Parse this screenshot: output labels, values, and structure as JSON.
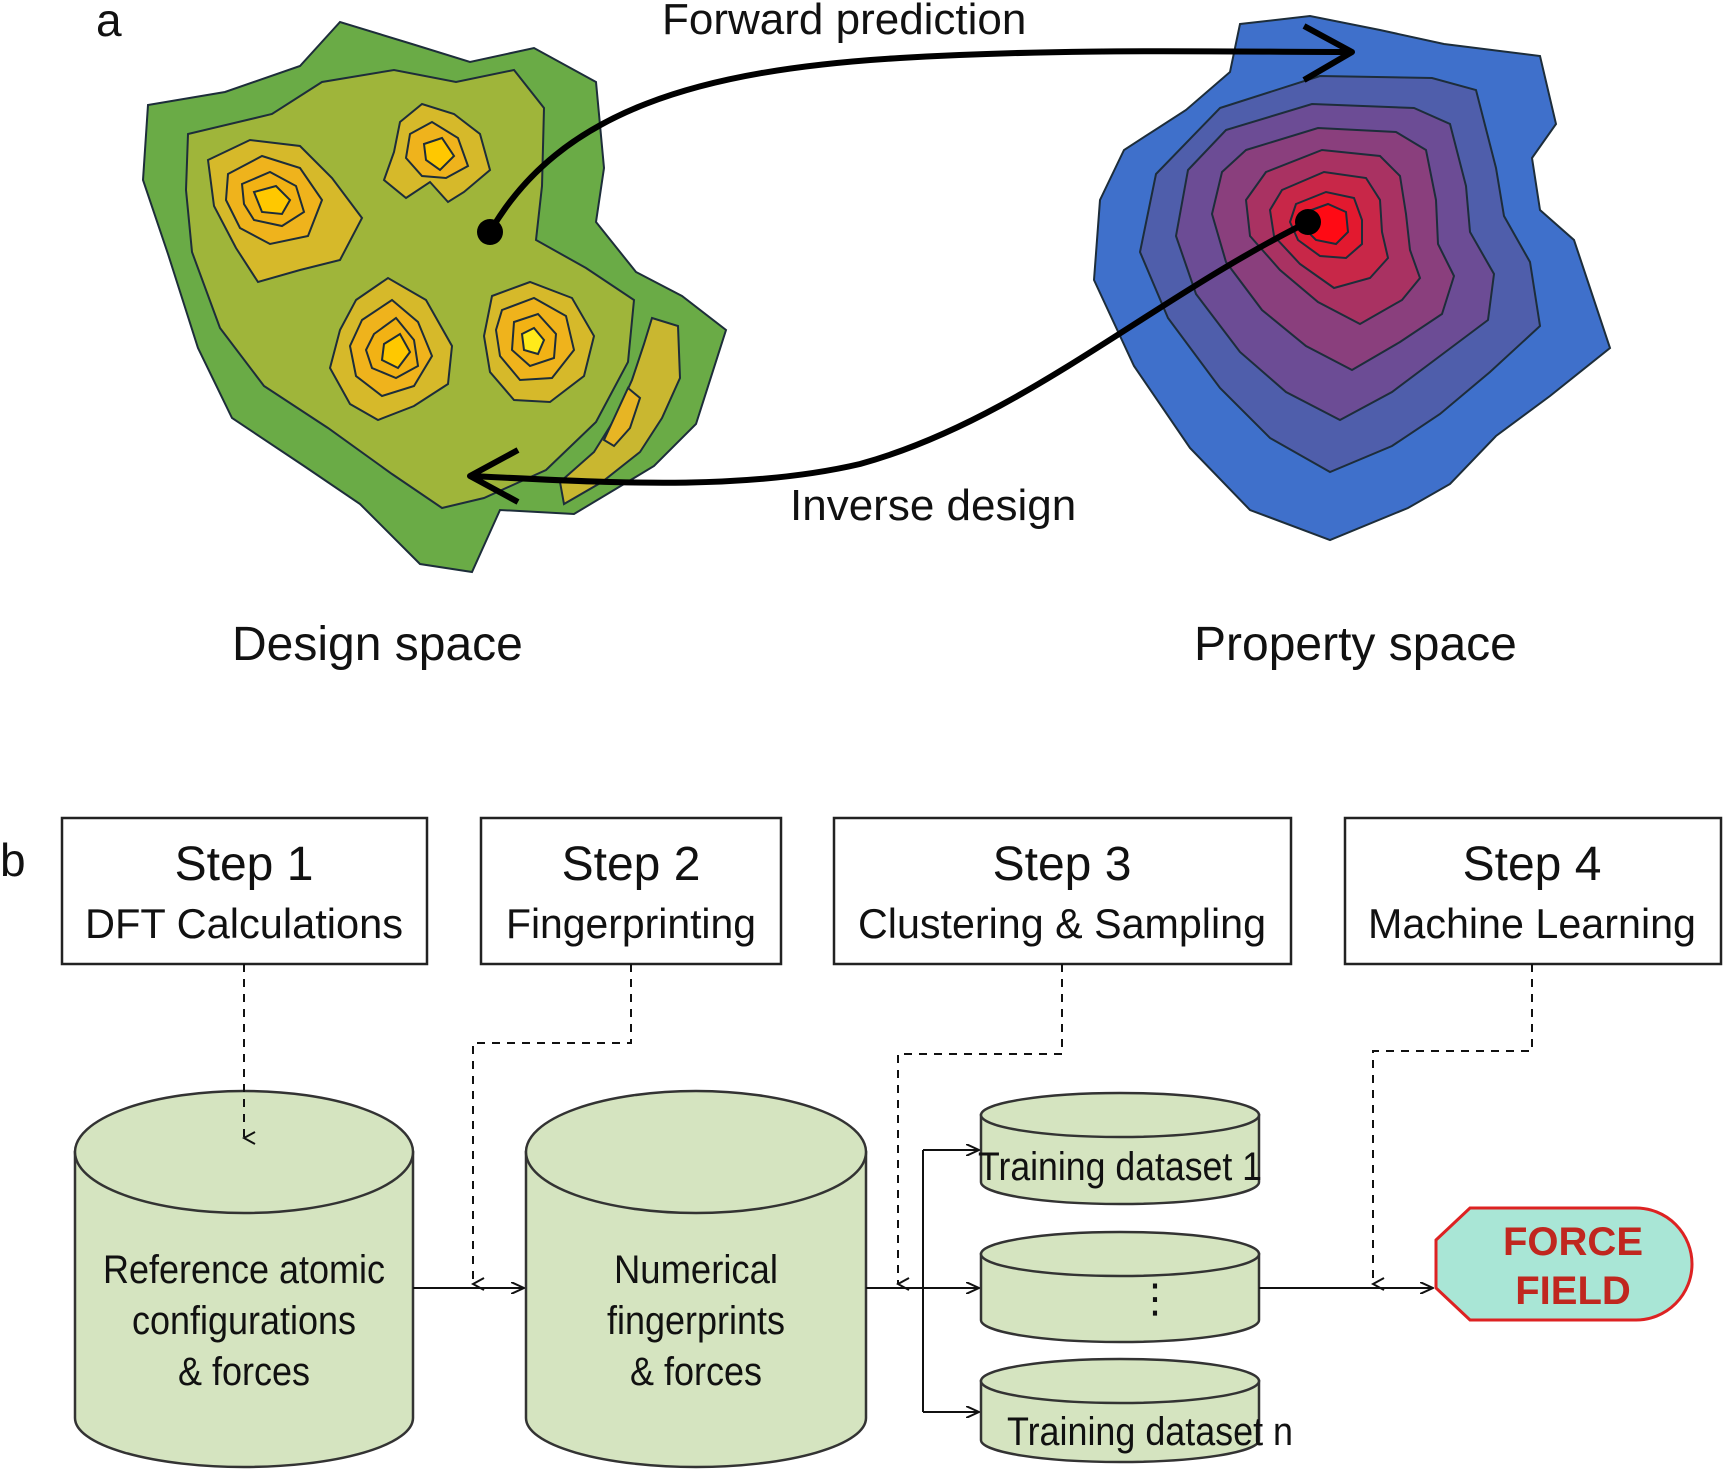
{
  "panel_a": {
    "letter": "a",
    "forward_label": "Forward prediction",
    "inverse_label": "Inverse design",
    "design_space_label": "Design space",
    "property_space_label": "Property space",
    "colors": {
      "design_outer": "#6aab46",
      "design_inner": "#9fb53a",
      "peak_low": "#d6b92a",
      "peak_mid": "#f2b214",
      "peak_high": "#ffc800",
      "property_outer": "#3f70cb",
      "property_center": "#ff0a14",
      "outline": "#1d2d3a"
    }
  },
  "panel_b": {
    "letter": "b",
    "steps": [
      {
        "title": "Step 1",
        "subtitle": "DFT Calculations"
      },
      {
        "title": "Step 2",
        "subtitle": "Fingerprinting"
      },
      {
        "title": "Step 3",
        "subtitle": "Clustering & Sampling"
      },
      {
        "title": "Step 4",
        "subtitle": "Machine Learning"
      }
    ],
    "database_1": [
      "Reference atomic",
      "configurations",
      "& forces"
    ],
    "database_2": [
      "Numerical",
      "fingerprints",
      "& forces"
    ],
    "training_sets": [
      "Training dataset 1",
      "⋮",
      "Training dataset n"
    ],
    "output": [
      "FORCE",
      "FIELD"
    ],
    "colors": {
      "db_fill": "#d5e4c0",
      "output_fill": "#a9e6d6",
      "output_border": "#dd2222",
      "output_text": "#c0271f"
    }
  }
}
